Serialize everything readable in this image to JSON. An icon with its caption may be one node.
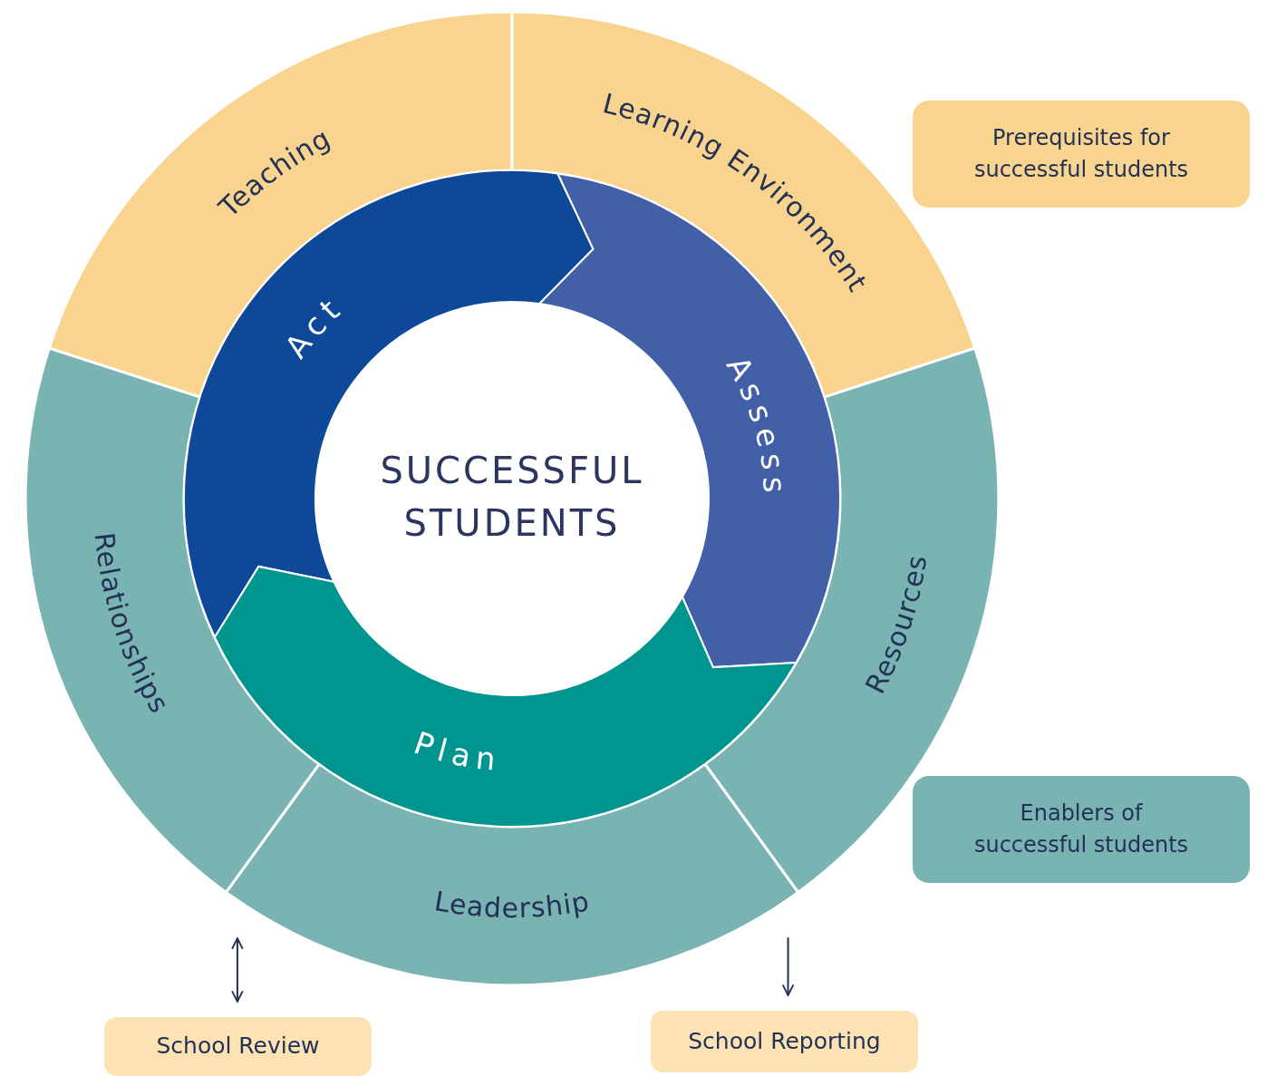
{
  "diagram": {
    "nodes": [
      {
        "text": [
          "Teaching"
        ]
      },
      {
        "text": [
          "Learning Environment"
        ]
      },
      {
        "text": [
          "Resources"
        ]
      },
      {
        "text": [
          "Leadership"
        ]
      },
      {
        "text": [
          "Relationships"
        ]
      },
      {
        "text": [
          "Act"
        ]
      },
      {
        "text": [
          "Assess"
        ]
      },
      {
        "text": [
          "Plan"
        ]
      },
      {
        "text": [
          "SUCCESSFUL STUDENTS"
        ]
      },
      {
        "text": [
          "School Review"
        ]
      },
      {
        "text": [
          "School Reporting"
        ]
      }
    ],
    "edges": [
      {
        "from": 3,
        "to": 9,
        "arrow": "both"
      },
      {
        "from": 3,
        "to": 10,
        "arrow": "to"
      }
    ],
    "legend": [
      {
        "text": "Prerequisites for successful students",
        "color": "#f9d48f"
      },
      {
        "text": "Enablers of successful students",
        "color": "#79b4b3"
      }
    ]
  }
}
